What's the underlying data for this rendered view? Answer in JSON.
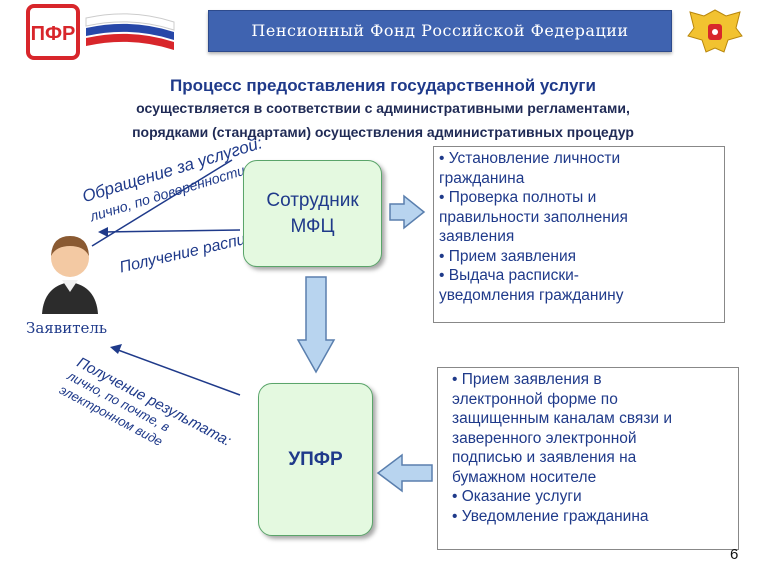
{
  "header": {
    "org_name": "Пенсионный Фонд Российской Федерации",
    "logo_text": "ПФР",
    "colors": {
      "band": "#3f63b0",
      "logo_red": "#d8262b",
      "flag_blue": "#2747a8"
    }
  },
  "title": "Процесс предоставления государственной услуги",
  "subtitle_line1": "осуществляется в соответствии с административными регламентами,",
  "subtitle_line2": "порядками (стандартами) осуществления административных процедур",
  "diagram": {
    "mfc_line1": "Сотрудник",
    "mfc_line2": "МФЦ",
    "upfr_label": "УПФР",
    "applicant_label": "Заявитель",
    "arrow_request": {
      "line1": "Обращение за услугой:",
      "line2": "лично, по доверенности"
    },
    "arrow_receipt": "Получение расписки",
    "arrow_result": {
      "line1": "Получение результата:",
      "line2": "лично, по почте, в",
      "line3": "электронном виде"
    },
    "list1": [
      "• Установление личности",
      "гражданина",
      "• Проверка  полноты и",
      "правильности заполнения",
      "заявления",
      "• Прием заявления",
      "• Выдача расписки-",
      "уведомления гражданину"
    ],
    "list2": [
      "• Прием заявления в",
      "электронной форме  по",
      "защищенным каналам связи и",
      "заверенного электронной",
      "подписью и заявления на",
      "бумажном  носителе",
      "• Оказание услуги",
      "• Уведомление гражданина"
    ],
    "colors": {
      "node_fill": "#e4f9e0",
      "arrow_fill": "#b8d4ef",
      "text": "#1f3a8a"
    }
  },
  "page_number": "6"
}
